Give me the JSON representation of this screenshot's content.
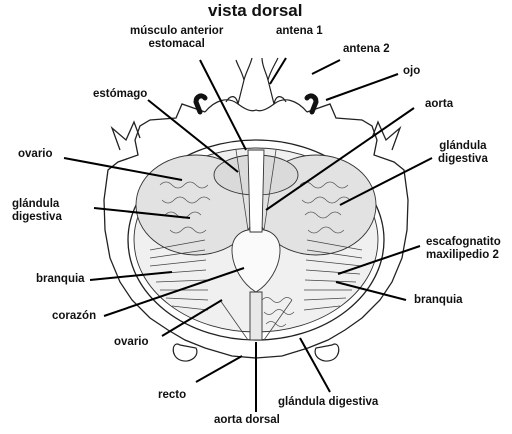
{
  "title": "vista dorsal",
  "labels": {
    "musculo": "músculo anterior\nestomacal",
    "antena1": "antena 1",
    "antena2": "antena 2",
    "ojo": "ojo",
    "estomago": "estómago",
    "aorta": "aorta",
    "ovario_left": "ovario",
    "glandula_right": "glándula\ndigestiva",
    "glandula_left": "glándula\ndigestiva",
    "escafognatito": "escafognatito\nmaxilipedio 2",
    "branquia_left": "branquia",
    "branquia_right": "branquia",
    "corazon": "corazón",
    "ovario_bottom": "ovario",
    "recto": "recto",
    "glandula_bottom": "glándula digestiva",
    "aorta_dorsal": "aorta dorsal"
  }
}
